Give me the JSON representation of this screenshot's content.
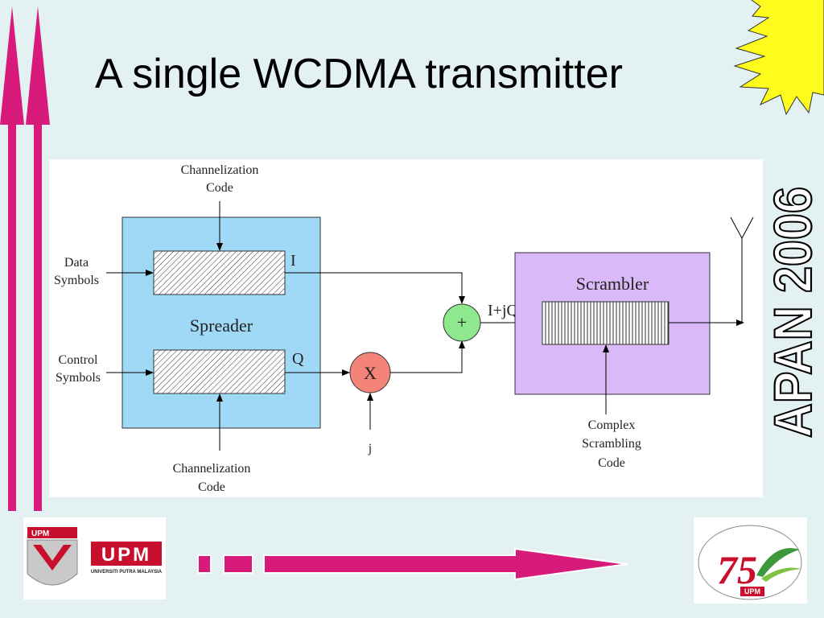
{
  "slide": {
    "title": "A single WCDMA transmitter",
    "side_banner": "APAN 2006",
    "background_color": "#e4f1f3",
    "accent_color": "#d81b7a"
  },
  "diagram": {
    "spreader": {
      "label": "Spreader",
      "fill": "#9fd9f5",
      "top_code_label_line1": "Channelization",
      "top_code_label_line2": "Code",
      "bottom_code_label_line1": "Channelization",
      "bottom_code_label_line2": "Code",
      "i_label": "I",
      "q_label": "Q"
    },
    "inputs": {
      "data_line1": "Data",
      "data_line2": "Symbols",
      "control_line1": "Control",
      "control_line2": "Symbols"
    },
    "multiplier": {
      "symbol": "X",
      "input_label": "j",
      "fill": "#f4837a"
    },
    "adder": {
      "symbol": "+",
      "fill": "#8ee88e"
    },
    "combined_label": "I+jQ",
    "scrambler": {
      "label": "Scrambler",
      "fill": "#d9b9f7",
      "code_line1": "Complex",
      "code_line2": "Scrambling",
      "code_line3": "Code"
    }
  },
  "logos": {
    "upm": {
      "small_tag": "UPM",
      "name": "UPM",
      "subtitle": "UNIVERSITI PUTRA MALAYSIA"
    },
    "anniversary": {
      "number": "75",
      "badge": "UPM"
    }
  }
}
